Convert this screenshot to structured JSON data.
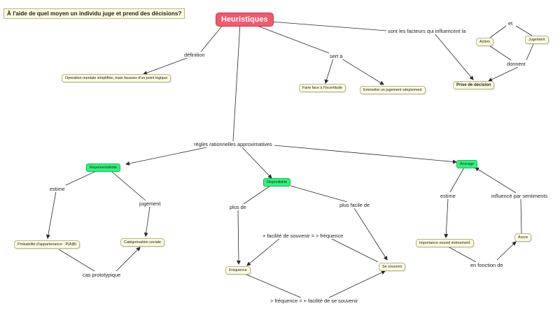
{
  "title": "À l'aide de quel moyen un individu juge et prend des décisions?",
  "root": "Heuristiques",
  "concepts": {
    "operation": "Operation mentale simplifiée, mais fausses d'un point logique",
    "faire_face": "Faire face à l'incertitude",
    "emmettre": "Emmettre un jugement simplement",
    "action": "Action",
    "jugement": "Jugement",
    "prise": "Prise de décision",
    "representativite": "Représentativité",
    "disponibilite": "Disponibilité",
    "ancrage": "Ancrage",
    "probabilite": "Probabilité d'appartenance : P(A|B)",
    "categorisation": "Catégorisation sociale",
    "frequence": "Fréquence",
    "se_souvenir": "Se souvenir",
    "importance": "Importance nouvel événement",
    "ancre": "Ancre"
  },
  "phrases": {
    "definition": "définition",
    "sert_a": "sert à",
    "facteurs": "sont les facteurs qui influencent  la",
    "et": "et",
    "donnent": "donnent",
    "regles": "règles rationnelles approximatives",
    "estime_left": "estime",
    "jugement": "jugement",
    "cas": "cas prototypique",
    "plus_de": "plus de",
    "plus_facile": "plus facile de",
    "facilite_freq": "+ facilité de souvenir = > fréquence",
    "freq_facilite": "> fréquence = + facilité de se souvenir",
    "estime_right": "estime",
    "influence": "influencé par sentiments",
    "fonction": "en fonction de"
  },
  "colors": {
    "root_fill": "#f25a6e",
    "concept_fill": "#fbfbe0",
    "highlight_fill": "#2cf57a",
    "line": "#2a2a2a"
  }
}
